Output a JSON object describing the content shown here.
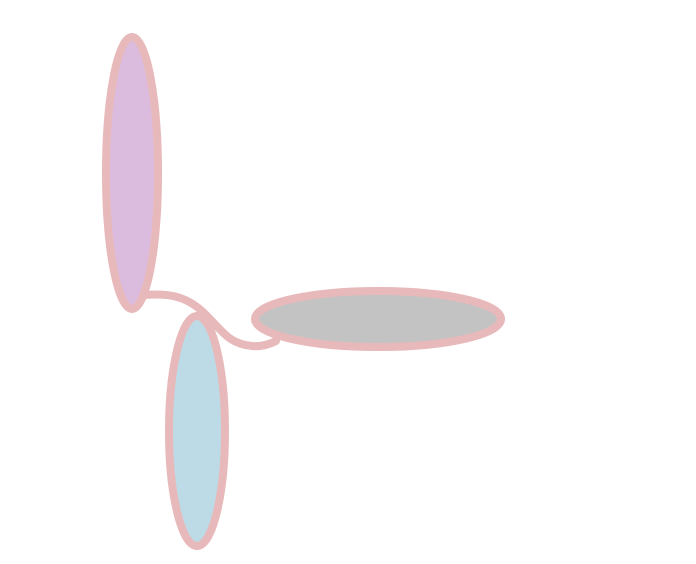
{
  "colors": {
    "outline": "#e8b9ba",
    "background": "#ffffff",
    "vertical_upper_fill": "#dcbcde",
    "vertical_lower_fill": "#bddbe6",
    "horizontal_fill": "#c3c3c3"
  },
  "shapes": [
    {
      "id": "vertical-upper",
      "orientation": "vertical",
      "fill_key": "vertical_upper_fill"
    },
    {
      "id": "vertical-lower",
      "orientation": "vertical",
      "fill_key": "vertical_lower_fill"
    },
    {
      "id": "horizontal",
      "orientation": "horizontal",
      "fill_key": "horizontal_fill"
    }
  ]
}
